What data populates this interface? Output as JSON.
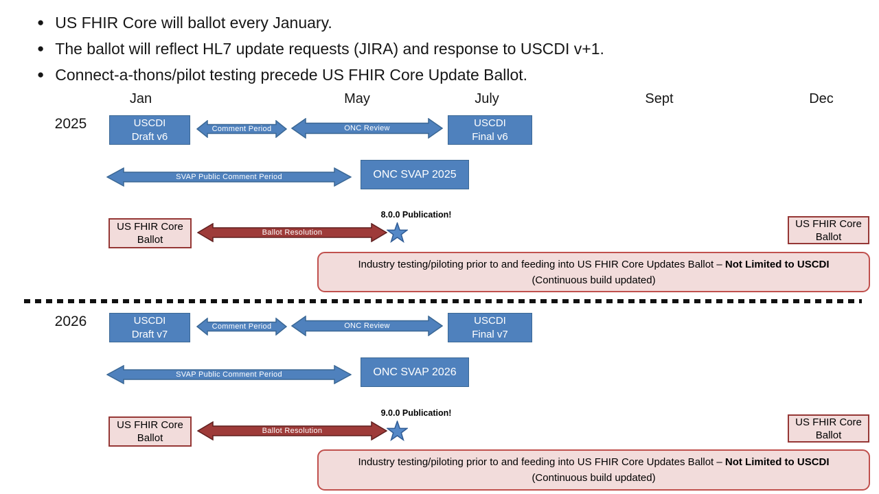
{
  "bullets": [
    "US FHIR Core will ballot every January.",
    "The ballot will reflect HL7 update requests (JIRA) and response to USCDI v+1.",
    "Connect-a-thons/pilot testing precede US FHIR Core Update Ballot."
  ],
  "months": [
    "Jan",
    "May",
    "July",
    "Sept",
    "Dec"
  ],
  "colors": {
    "box_blue": "#4F81BD",
    "box_blue_border": "#3A6794",
    "arrow_red": "#9E3B39",
    "arrow_red_border": "#5F1F1E",
    "pink_fill": "#F2DCDB",
    "pink_border": "#953735",
    "round_border": "#C0504D",
    "star_blue": "#5488C7"
  },
  "sections": [
    {
      "year": "2025",
      "uscdi_draft_line1": "USCDI",
      "uscdi_draft_line2": "Draft v6",
      "comment_period_label": "Comment Period",
      "onc_review_label": "ONC Review",
      "uscdi_final_line1": "USCDI",
      "uscdi_final_line2": "Final v6",
      "svap_arrow_label": "SVAP Public Comment Period",
      "onc_svap_label": "ONC SVAP 2025",
      "publication_label": "8.0.0 Publication!",
      "ballot_left_line1": "US FHIR Core",
      "ballot_left_line2": "Ballot",
      "ballot_resolution_label": "Ballot Resolution",
      "ballot_right_line1": "US FHIR Core",
      "ballot_right_line2": "Ballot",
      "industry_text": "Industry testing/piloting prior to and feeding into US FHIR Core Updates Ballot – ",
      "industry_bold": "Not Limited to USCDI",
      "industry_line2": "(Continuous build updated)"
    },
    {
      "year": "2026",
      "uscdi_draft_line1": "USCDI",
      "uscdi_draft_line2": "Draft v7",
      "comment_period_label": "Comment Period",
      "onc_review_label": "ONC Review",
      "uscdi_final_line1": "USCDI",
      "uscdi_final_line2": "Final v7",
      "svap_arrow_label": "SVAP Public Comment Period",
      "onc_svap_label": "ONC SVAP 2026",
      "publication_label": "9.0.0 Publication!",
      "ballot_left_line1": "US FHIR Core",
      "ballot_left_line2": "Ballot",
      "ballot_resolution_label": "Ballot Resolution",
      "ballot_right_line1": "US FHIR Core",
      "ballot_right_line2": "Ballot",
      "industry_text": "Industry testing/piloting prior to and feeding into US FHIR Core Updates Ballot – ",
      "industry_bold": "Not Limited to USCDI",
      "industry_line2": "(Continuous build updated)"
    }
  ]
}
